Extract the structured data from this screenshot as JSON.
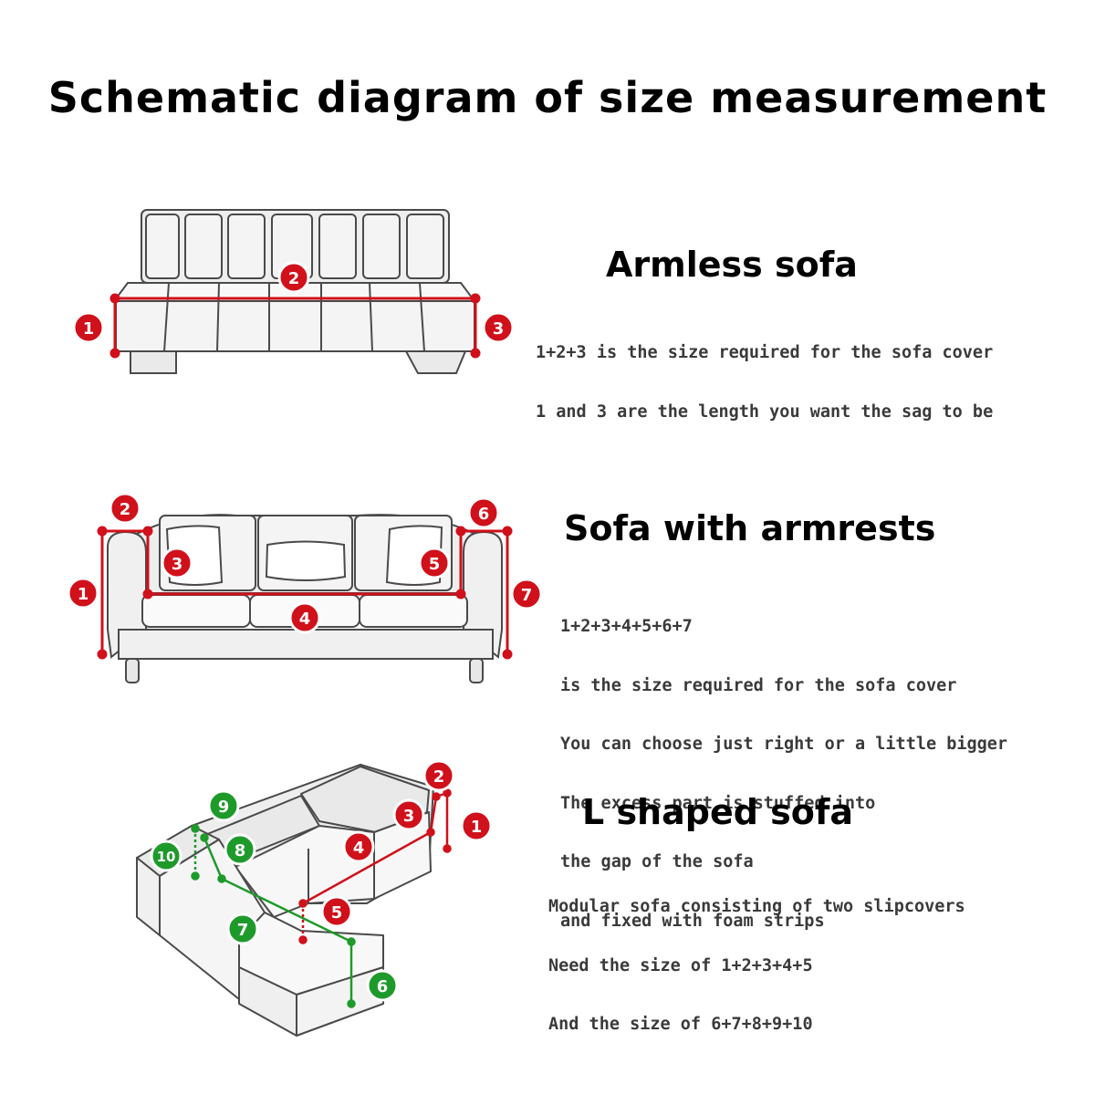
{
  "title": "Schematic diagram of size measurement",
  "colors": {
    "red": "#d0101a",
    "green": "#1e9a2a",
    "outline": "#4a4a4a"
  },
  "sections": [
    {
      "heading": "Armless sofa",
      "lines": [
        "1+2+3 is the size required for the sofa cover",
        "1 and 3 are the length you want the sag to be"
      ],
      "labels": [
        "1",
        "2",
        "3"
      ]
    },
    {
      "heading": "Sofa with armrests",
      "lines": [
        "1+2+3+4+5+6+7",
        "is the size required for the sofa cover",
        "You can choose just right or a little bigger",
        "The excess part is stuffed into",
        "the gap of the sofa",
        "and fixed with foam strips"
      ],
      "labels": [
        "1",
        "2",
        "3",
        "4",
        "5",
        "6",
        "7"
      ]
    },
    {
      "heading": "L shaped sofa",
      "lines": [
        "Modular sofa consisting of two slipcovers",
        "Need the size of 1+2+3+4+5",
        "And the size of 6+7+8+9+10"
      ],
      "red_labels": [
        "1",
        "2",
        "3",
        "4",
        "5"
      ],
      "green_labels": [
        "6",
        "7",
        "8",
        "9",
        "10"
      ]
    }
  ]
}
